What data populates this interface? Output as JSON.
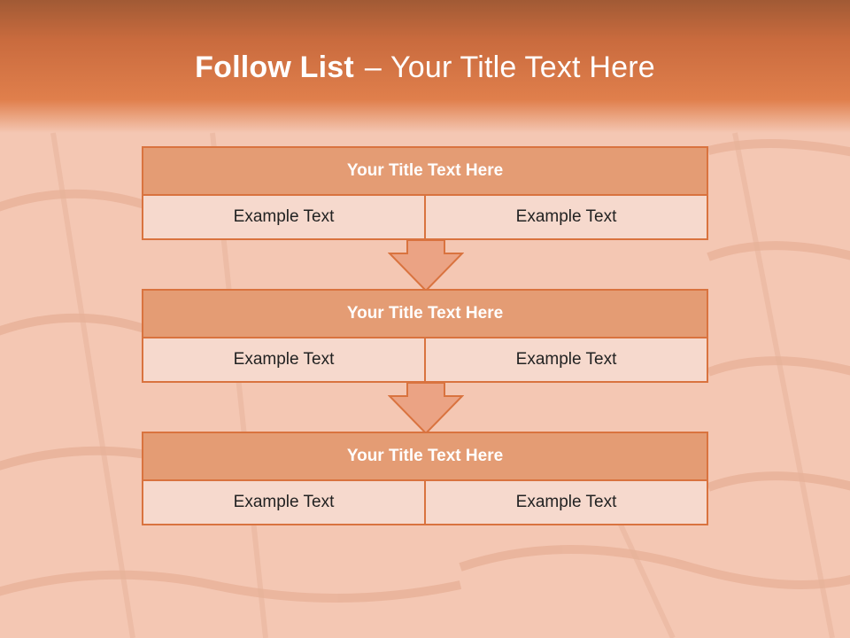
{
  "slide": {
    "title_bold": "Follow List",
    "title_dash": "–",
    "title_rest": "Your Title Text Here"
  },
  "blocks": [
    {
      "title": "Your Title Text Here",
      "cells": [
        "Example Text",
        "Example Text"
      ]
    },
    {
      "title": "Your Title Text Here",
      "cells": [
        "Example Text",
        "Example Text"
      ]
    },
    {
      "title": "Your Title Text Here",
      "cells": [
        "Example Text",
        "Example Text"
      ]
    }
  ],
  "colors": {
    "header_accent": "#c96b3e",
    "block_head_fill": "#e49c74",
    "block_border": "#d9733f",
    "cell_fill": "#f6d9cd",
    "background": "#f4c7b3"
  },
  "icons": [
    "down-arrow-icon",
    "down-arrow-icon"
  ]
}
